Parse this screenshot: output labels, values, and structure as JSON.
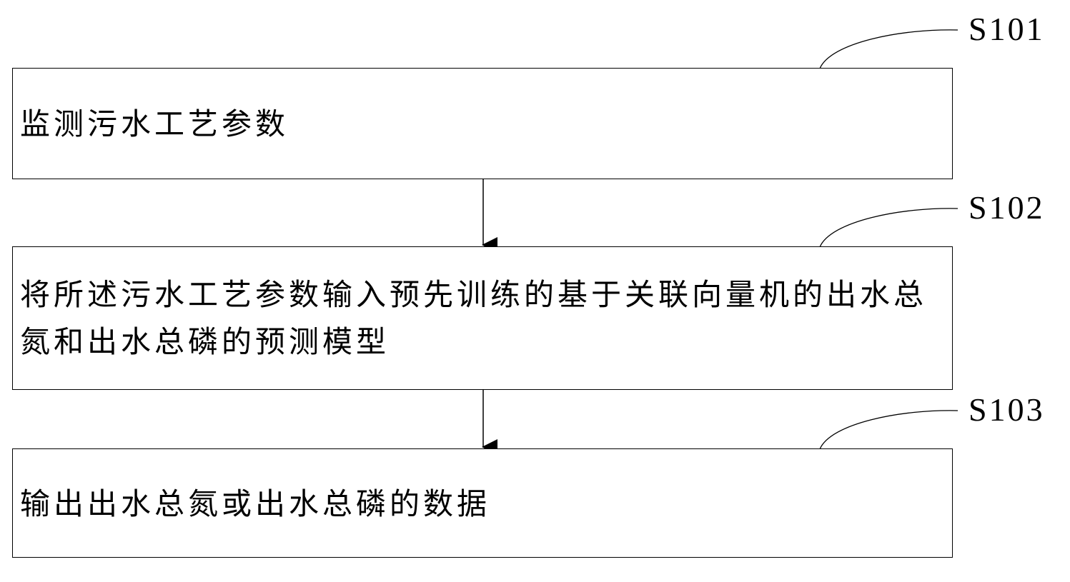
{
  "steps": [
    {
      "id": "S101",
      "label": "S101",
      "text": "监测污水工艺参数"
    },
    {
      "id": "S102",
      "label": "S102",
      "text": "将所述污水工艺参数输入预先训练的基于关联向量机的出水总氮和出水总磷的预测模型"
    },
    {
      "id": "S103",
      "label": "S103",
      "text": "输出出水总氮或出水总磷的数据"
    }
  ]
}
